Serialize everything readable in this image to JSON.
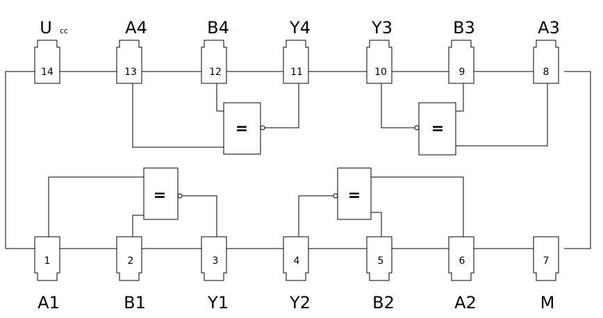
{
  "top_pins": [
    {
      "number": "14",
      "label": "U",
      "sub": "cc"
    },
    {
      "number": "13",
      "label": "A4",
      "sub": ""
    },
    {
      "number": "12",
      "label": "B4",
      "sub": ""
    },
    {
      "number": "11",
      "label": "Y4",
      "sub": ""
    },
    {
      "number": "10",
      "label": "Y3",
      "sub": ""
    },
    {
      "number": "9",
      "label": "B3",
      "sub": ""
    },
    {
      "number": "8",
      "label": "A3",
      "sub": ""
    }
  ],
  "bottom_pins": [
    {
      "number": "1",
      "label": "A1"
    },
    {
      "number": "2",
      "label": "B1"
    },
    {
      "number": "3",
      "label": "Y1"
    },
    {
      "number": "4",
      "label": "Y2"
    },
    {
      "number": "5",
      "label": "B2"
    },
    {
      "number": "6",
      "label": "A2"
    },
    {
      "number": "7",
      "label": "M"
    }
  ],
  "gates": [
    {
      "symbol": "="
    },
    {
      "symbol": "="
    },
    {
      "symbol": "="
    },
    {
      "symbol": "="
    }
  ]
}
